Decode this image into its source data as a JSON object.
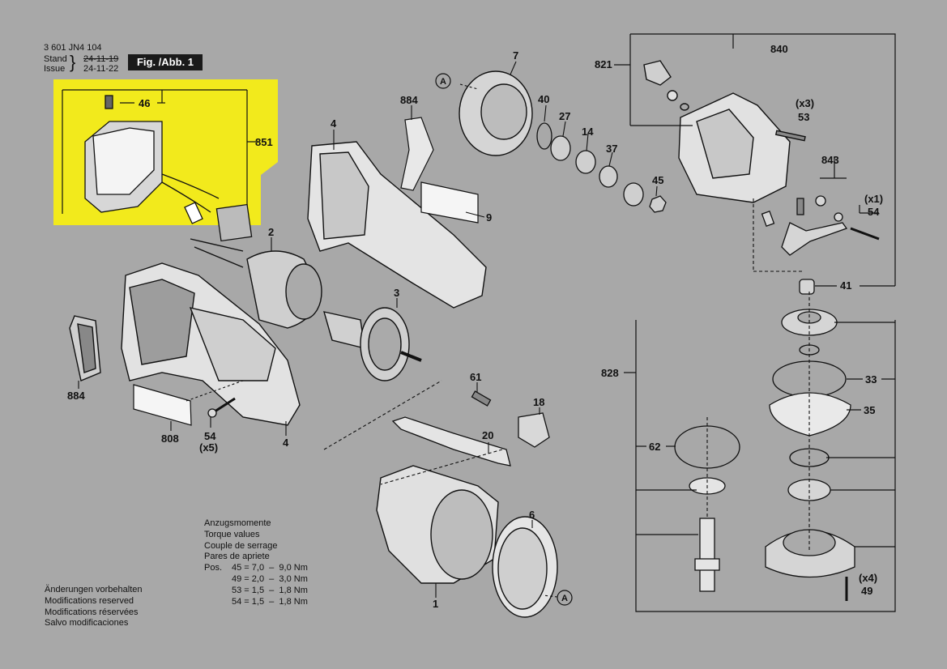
{
  "header": {
    "doc_number": "3 601 JN4 104",
    "stand_label": "Stand",
    "issue_label": "Issue",
    "brace": "}",
    "stand_date": "24-11-19",
    "issue_date": "24-11-22",
    "figure_label": "Fig. /Abb. 1"
  },
  "drawing": {
    "callout_a": "A",
    "highlight_color": "#f2ea1c",
    "background_color": "#a8a8a8"
  },
  "parts": {
    "p46": "46",
    "p851": "851",
    "p2": "2",
    "p3": "3",
    "p4": "4",
    "p884": "884",
    "p9": "9",
    "p7": "7",
    "p40": "40",
    "p27": "27",
    "p14": "14",
    "p37": "37",
    "p45": "45",
    "p808": "808",
    "p54": "54",
    "p61": "61",
    "p18": "18",
    "p20": "20",
    "p6": "6",
    "p1": "1",
    "p840": "840",
    "p821": "821",
    "p53": "53",
    "p843": "843",
    "p41": "41",
    "p828": "828",
    "p33": "33",
    "p35": "35",
    "p62": "62",
    "p49": "49",
    "q5": "(x5)",
    "q3": "(x3)",
    "q1": "(x1)",
    "q4": "(x4)"
  },
  "torque": {
    "titles": [
      "Anzugsmomente",
      "Torque values",
      "Couple de serrage",
      "Pares de apriete"
    ],
    "pos_label": "Pos.",
    "rows": [
      "45 = 7,0  –  9,0 Nm",
      "49 = 2,0  –  3,0 Nm",
      "53 = 1,5  –  1,8 Nm",
      "54 = 1,5  –  1,8 Nm"
    ]
  },
  "notes": [
    "Änderungen vorbehalten",
    "Modifications reserved",
    "Modifications réservées",
    "Salvo modificaciones"
  ]
}
